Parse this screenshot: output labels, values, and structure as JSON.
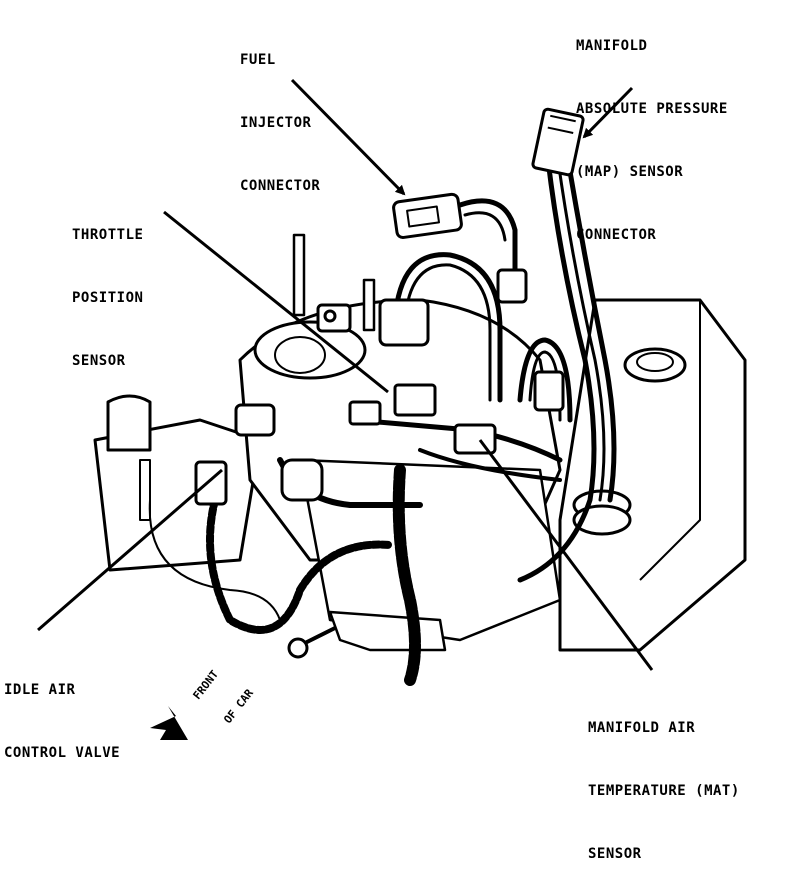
{
  "labels": {
    "fuel_injector_connector": [
      "FUEL",
      "INJECTOR",
      "CONNECTOR"
    ],
    "map_sensor_connector": [
      "MANIFOLD",
      "ABSOLUTE PRESSURE",
      "(MAP) SENSOR",
      "CONNECTOR"
    ],
    "throttle_position_sensor": [
      "THROTTLE",
      "POSITION",
      "SENSOR"
    ],
    "idle_air_control_valve": [
      "IDLE AIR",
      "CONTROL VALVE"
    ],
    "manifold_air_temperature_sensor": [
      "MANIFOLD AIR",
      "TEMPERATURE (MAT)",
      "SENSOR"
    ],
    "front_of_car": [
      "FRONT",
      "OF CAR"
    ]
  },
  "colors": {
    "ink": "#000000",
    "paper": "#ffffff"
  }
}
